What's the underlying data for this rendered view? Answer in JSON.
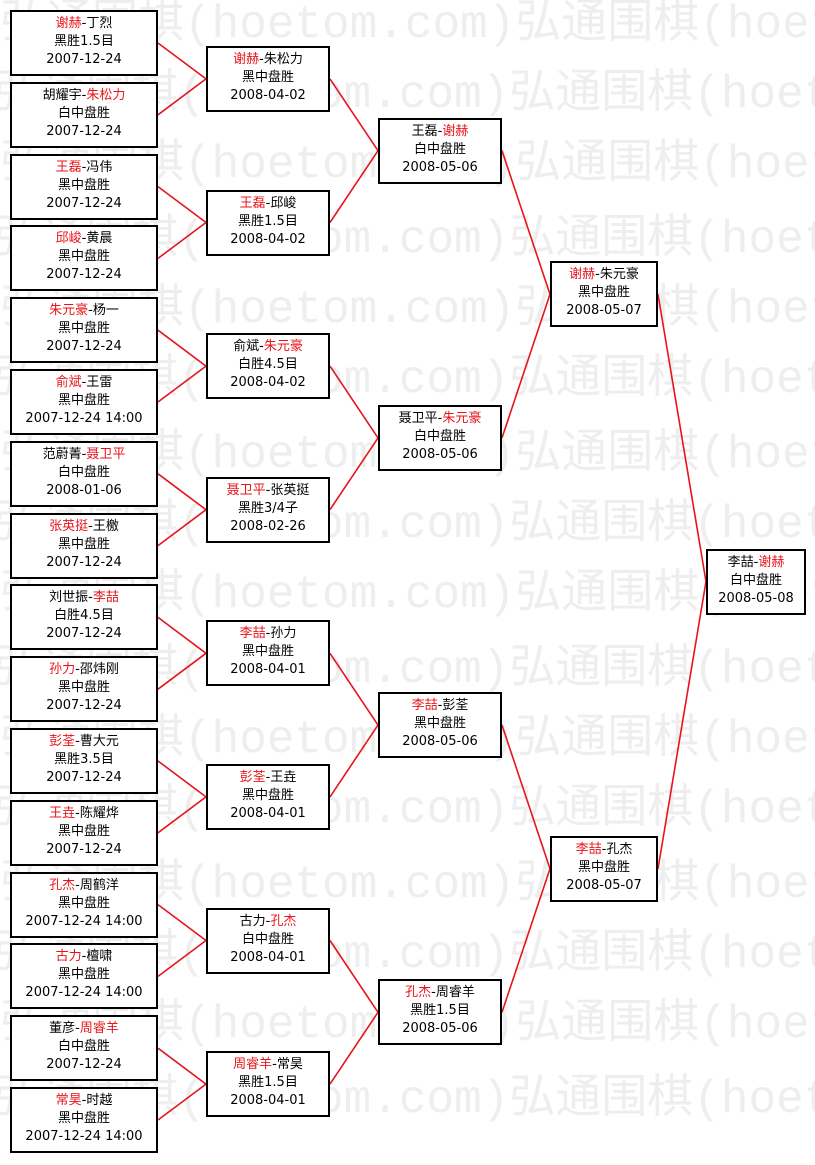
{
  "watermark": "弘通围棋(hoetom.com)弘通围棋(hoetom.com)",
  "colors": {
    "winner": "#e8141a",
    "line": "#e8141a",
    "border": "#000000",
    "watermark": "#eeeeee"
  },
  "rounds": [
    [
      {
        "p1": "谢赫",
        "p2": "丁烈",
        "winner": 1,
        "result": "黑胜1.5目",
        "date": "2007-12-24"
      },
      {
        "p1": "胡耀宇",
        "p2": "朱松力",
        "winner": 2,
        "result": "白中盘胜",
        "date": "2007-12-24"
      },
      {
        "p1": "王磊",
        "p2": "冯伟",
        "winner": 1,
        "result": "黑中盘胜",
        "date": "2007-12-24"
      },
      {
        "p1": "邱峻",
        "p2": "黄晨",
        "winner": 1,
        "result": "黑中盘胜",
        "date": "2007-12-24"
      },
      {
        "p1": "朱元豪",
        "p2": "杨一",
        "winner": 1,
        "result": "黑中盘胜",
        "date": "2007-12-24"
      },
      {
        "p1": "俞斌",
        "p2": "王雷",
        "winner": 1,
        "result": "黑中盘胜",
        "date": "2007-12-24 14:00"
      },
      {
        "p1": "范蔚菁",
        "p2": "聂卫平",
        "winner": 2,
        "result": "白中盘胜",
        "date": "2008-01-06"
      },
      {
        "p1": "张英挺",
        "p2": "王檄",
        "winner": 1,
        "result": "黑中盘胜",
        "date": "2007-12-24"
      },
      {
        "p1": "刘世振",
        "p2": "李喆",
        "winner": 2,
        "result": "白胜4.5目",
        "date": "2007-12-24"
      },
      {
        "p1": "孙力",
        "p2": "邵炜刚",
        "winner": 1,
        "result": "黑中盘胜",
        "date": "2007-12-24"
      },
      {
        "p1": "彭荃",
        "p2": "曹大元",
        "winner": 1,
        "result": "黑胜3.5目",
        "date": "2007-12-24"
      },
      {
        "p1": "王垚",
        "p2": "陈耀烨",
        "winner": 1,
        "result": "黑中盘胜",
        "date": "2007-12-24"
      },
      {
        "p1": "孔杰",
        "p2": "周鹤洋",
        "winner": 1,
        "result": "黑中盘胜",
        "date": "2007-12-24 14:00"
      },
      {
        "p1": "古力",
        "p2": "檀啸",
        "winner": 1,
        "result": "黑中盘胜",
        "date": "2007-12-24 14:00"
      },
      {
        "p1": "董彦",
        "p2": "周睿羊",
        "winner": 2,
        "result": "白中盘胜",
        "date": "2007-12-24"
      },
      {
        "p1": "常昊",
        "p2": "时越",
        "winner": 1,
        "result": "黑中盘胜",
        "date": "2007-12-24 14:00"
      }
    ],
    [
      {
        "p1": "谢赫",
        "p2": "朱松力",
        "winner": 1,
        "result": "黑中盘胜",
        "date": "2008-04-02"
      },
      {
        "p1": "王磊",
        "p2": "邱峻",
        "winner": 1,
        "result": "黑胜1.5目",
        "date": "2008-04-02"
      },
      {
        "p1": "俞斌",
        "p2": "朱元豪",
        "winner": 2,
        "result": "白胜4.5目",
        "date": "2008-04-02"
      },
      {
        "p1": "聂卫平",
        "p2": "张英挺",
        "winner": 1,
        "result": "黑胜3/4子",
        "date": "2008-02-26"
      },
      {
        "p1": "李喆",
        "p2": "孙力",
        "winner": 1,
        "result": "黑中盘胜",
        "date": "2008-04-01"
      },
      {
        "p1": "彭荃",
        "p2": "王垚",
        "winner": 1,
        "result": "黑中盘胜",
        "date": "2008-04-01"
      },
      {
        "p1": "古力",
        "p2": "孔杰",
        "winner": 2,
        "result": "白中盘胜",
        "date": "2008-04-01"
      },
      {
        "p1": "周睿羊",
        "p2": "常昊",
        "winner": 1,
        "result": "黑胜1.5目",
        "date": "2008-04-01"
      }
    ],
    [
      {
        "p1": "王磊",
        "p2": "谢赫",
        "winner": 2,
        "result": "白中盘胜",
        "date": "2008-05-06"
      },
      {
        "p1": "聂卫平",
        "p2": "朱元豪",
        "winner": 2,
        "result": "白中盘胜",
        "date": "2008-05-06"
      },
      {
        "p1": "李喆",
        "p2": "彭荃",
        "winner": 1,
        "result": "黑中盘胜",
        "date": "2008-05-06"
      },
      {
        "p1": "孔杰",
        "p2": "周睿羊",
        "winner": 1,
        "result": "黑胜1.5目",
        "date": "2008-05-06"
      }
    ],
    [
      {
        "p1": "谢赫",
        "p2": "朱元豪",
        "winner": 1,
        "result": "黑中盘胜",
        "date": "2008-05-07"
      },
      {
        "p1": "李喆",
        "p2": "孔杰",
        "winner": 1,
        "result": "黑中盘胜",
        "date": "2008-05-07"
      }
    ],
    [
      {
        "p1": "李喆",
        "p2": "谢赫",
        "winner": 2,
        "result": "白中盘胜",
        "date": "2008-05-08"
      }
    ]
  ]
}
